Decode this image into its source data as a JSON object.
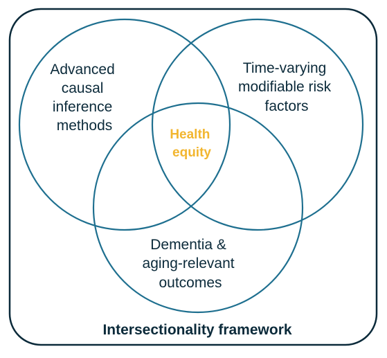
{
  "diagram": {
    "frame_title": "Intersectionality framework",
    "circles": {
      "left": {
        "lines": [
          "Advanced",
          "causal",
          "inference",
          "methods"
        ]
      },
      "right": {
        "lines": [
          "Time-varying",
          "modifiable risk",
          "factors"
        ]
      },
      "bottom": {
        "lines": [
          "Dementia &",
          "aging-relevant",
          "outcomes"
        ]
      }
    },
    "center": {
      "lines": [
        "Health",
        "equity"
      ]
    }
  },
  "colors": {
    "frame_stroke": "#0b2a3a",
    "circle_stroke": "#1e6f8f",
    "text": "#0b2a3a",
    "center_text": "#f2b630"
  }
}
